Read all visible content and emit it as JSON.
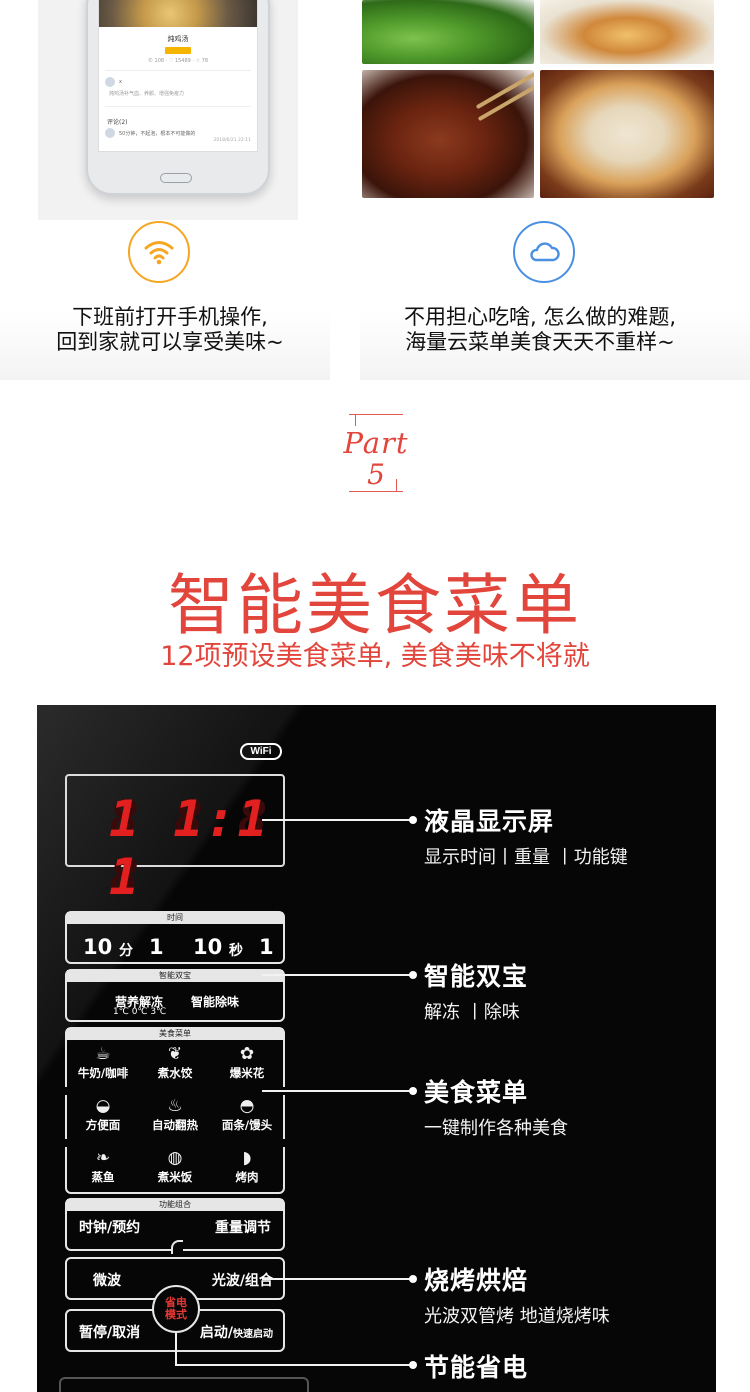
{
  "phone_screen": {
    "title": "炖鸡汤",
    "meta": "© 108 · ♡ 15489 · ☆ 78",
    "user_initial": "x",
    "description": "炖鸡汤补气血、养颜、增强免疫力",
    "comments_label": "评论(2)",
    "comment_date": "2018/6/21 22:11",
    "comment_text": "50分钟，不起泡，根本不可能做的"
  },
  "features": [
    {
      "icon": "wifi-icon",
      "line1": "下班前打开手机操作,",
      "line2": "回到家就可以享受美味~"
    },
    {
      "icon": "cloud-icon",
      "line1": "不用担心吃啥, 怎么做的难题,",
      "line2": "海量云菜单美食天天不重样~"
    }
  ],
  "part": {
    "word": "Part",
    "number": "5"
  },
  "headline": "智能美食菜单",
  "subheadline": "12项预设美食菜单, 美食美味不将就",
  "panel": {
    "wifi_badge": "WiFi",
    "display_digits": "1 1:1 1",
    "display_ghost": "8 8:8 8",
    "time_group": {
      "label": "时间",
      "min_value": "10",
      "min_unit": "分",
      "min_step": "1",
      "sec_value": "10",
      "sec_unit": "秒",
      "sec_step": "1"
    },
    "twin_group": {
      "label": "智能双宝",
      "thaw": "营养解冻",
      "deodor": "智能除味",
      "temps": "1℃ 0℃ 3℃"
    },
    "menu_group": {
      "label": "美食菜单",
      "items": [
        {
          "label": "牛奶/咖啡",
          "icon": "coffee-cup-icon",
          "glyph": "☕"
        },
        {
          "label": "煮水饺",
          "icon": "dumpling-icon",
          "glyph": "❦"
        },
        {
          "label": "爆米花",
          "icon": "popcorn-icon",
          "glyph": "✿"
        },
        {
          "label": "方便面",
          "icon": "noodle-bowl-icon",
          "glyph": "◒"
        },
        {
          "label": "自动翻热",
          "icon": "reheat-dish-icon",
          "glyph": "♨"
        },
        {
          "label": "面条/馒头",
          "icon": "bun-icon",
          "glyph": "◓"
        },
        {
          "label": "蒸鱼",
          "icon": "fish-icon",
          "glyph": "❧"
        },
        {
          "label": "煮米饭",
          "icon": "rice-bowl-icon",
          "glyph": "◍"
        },
        {
          "label": "烤肉",
          "icon": "roast-meat-icon",
          "glyph": "◗"
        }
      ]
    },
    "func_group": {
      "label": "功能组合",
      "clock": "时钟/预约",
      "weight": "重量调节"
    },
    "buttons": {
      "microwave": "微波",
      "light_combo": "光波/组合",
      "pause_cancel": "暂停/取消",
      "start": "启动/",
      "start_quick": "快速启动",
      "eco_line1": "省电",
      "eco_line2": "模式"
    }
  },
  "callouts": [
    {
      "title": "液晶显示屏",
      "sub": "显示时间丨重量  丨功能键"
    },
    {
      "title": "智能双宝",
      "sub": "解冻  丨除味"
    },
    {
      "title": "美食菜单",
      "sub": "一键制作各种美食"
    },
    {
      "title": "烧烤烘焙",
      "sub": "光波双管烤 地道烧烤味"
    },
    {
      "title": "节能省电",
      "sub": ""
    }
  ],
  "colors": {
    "accent_red": "#e2453b",
    "wifi_orange": "#f5a623",
    "cloud_blue": "#4a90e2",
    "panel_black": "#060606",
    "led_red": "#e32020"
  }
}
